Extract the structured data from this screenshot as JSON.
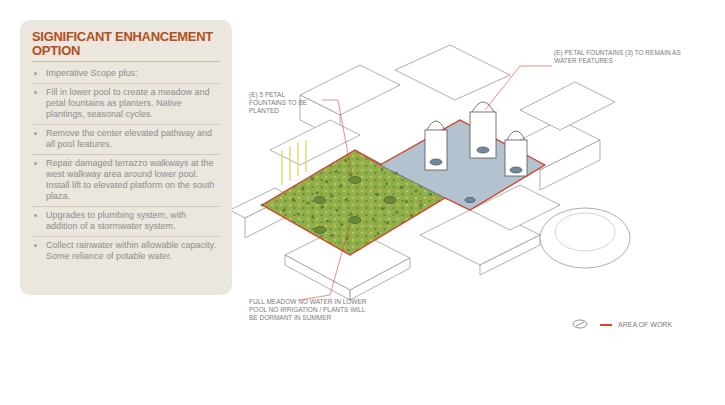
{
  "diagram": {
    "title": "SIGNIFICANT ENHANCEMENT OPTION",
    "nodes": [
      {
        "text": [
          "Imperative Scope plus:",
          "Fill in lower pool to create a meadow and petal fountains as planters. Native plantings, seasonal cycles.",
          "Remove the center elevated pathway and all pool features.",
          "Repair damaged terrazzo walkways at the west walkway area around lower pool. Install lift to elevated platform on the south plaza.",
          "Upgrades to plumbing system, with addition of a stormwater system.",
          "Collect rainwater within allowable capacity. Some reliance of potable water."
        ]
      }
    ],
    "labels": [
      "(E) 5 PETAL FOUNTAINS TO BE PLANTED",
      "(E) PETAL FOUNTAINS (3) TO REMAIN AS WATER FEATURES",
      "FULL MEADOW NO WATER IN LOWER POOL NO IRRIGATION / PLANTS WILL BE DORMANT IN SUMMER"
    ],
    "legend": [
      {
        "text": "AREA OF WORK"
      }
    ]
  }
}
